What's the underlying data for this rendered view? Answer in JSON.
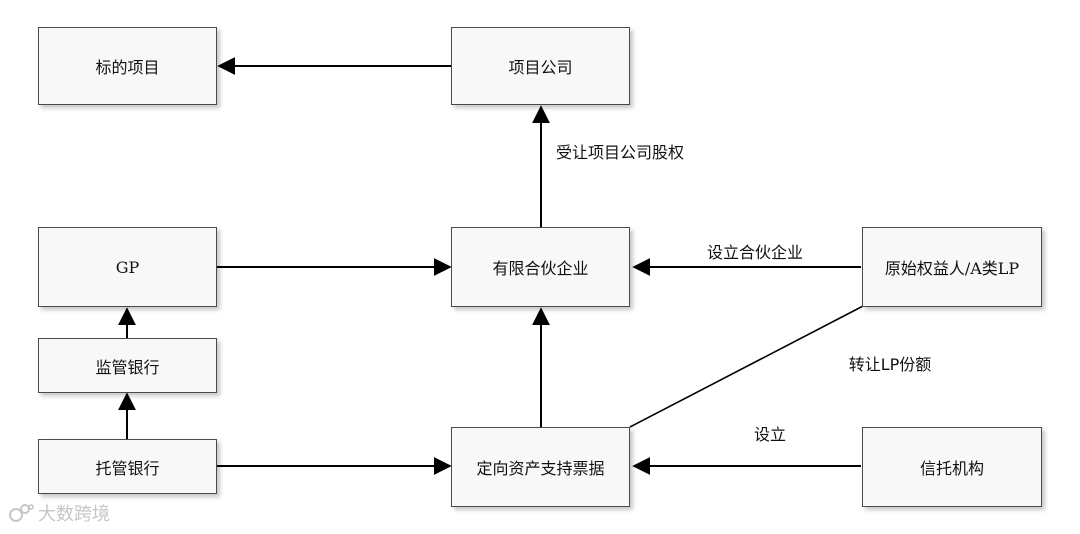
{
  "nodes": {
    "target_project": "标的项目",
    "project_company": "项目公司",
    "gp": "GP",
    "limited_partnership": "有限合伙企业",
    "original_beneficiary": "原始权益人/A类LP",
    "supervising_bank": "监管银行",
    "custodian_bank": "托管银行",
    "directed_abs_note": "定向资产支持票据",
    "trust_institution": "信托机构"
  },
  "edge_labels": {
    "transfer_equity": "受让项目公司股权",
    "establish_partnership": "设立合伙企业",
    "transfer_lp_share": "转让LP份额",
    "establish": "设立"
  },
  "watermark": "大数跨境"
}
